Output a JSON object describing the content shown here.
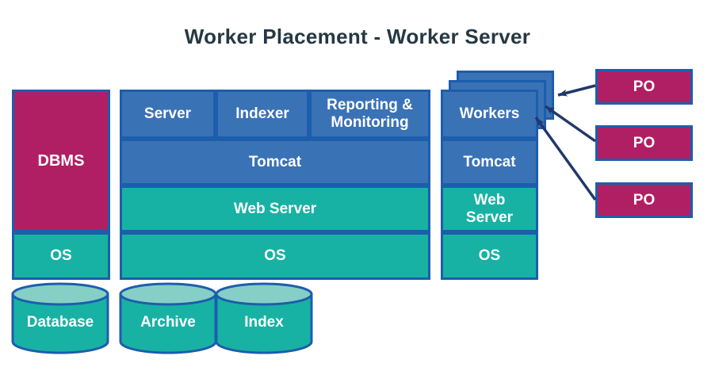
{
  "title": "Worker Placement - Worker Server",
  "colors": {
    "blue_fill": "#3A72B6",
    "blue_border": "#1C5EAC",
    "teal_fill": "#17B2A4",
    "teal_light": "#85CFC6",
    "magenta_fill": "#B01F63",
    "arrow": "#21386B",
    "title_color": "#253843",
    "label_color": "#FFFFFF"
  },
  "database_server": {
    "dbms": "DBMS",
    "os": "OS",
    "database": "Database"
  },
  "worker_server": {
    "apps": [
      "Server",
      "Indexer",
      "Reporting & Monitoring"
    ],
    "tomcat": "Tomcat",
    "web_server": "Web Server",
    "os": "OS",
    "archive": "Archive",
    "index": "Index"
  },
  "workers_host": {
    "workers": "Workers",
    "tomcat": "Tomcat",
    "web_server": "Web Server",
    "os": "OS"
  },
  "po_boxes": [
    "PO",
    "PO",
    "PO"
  ]
}
